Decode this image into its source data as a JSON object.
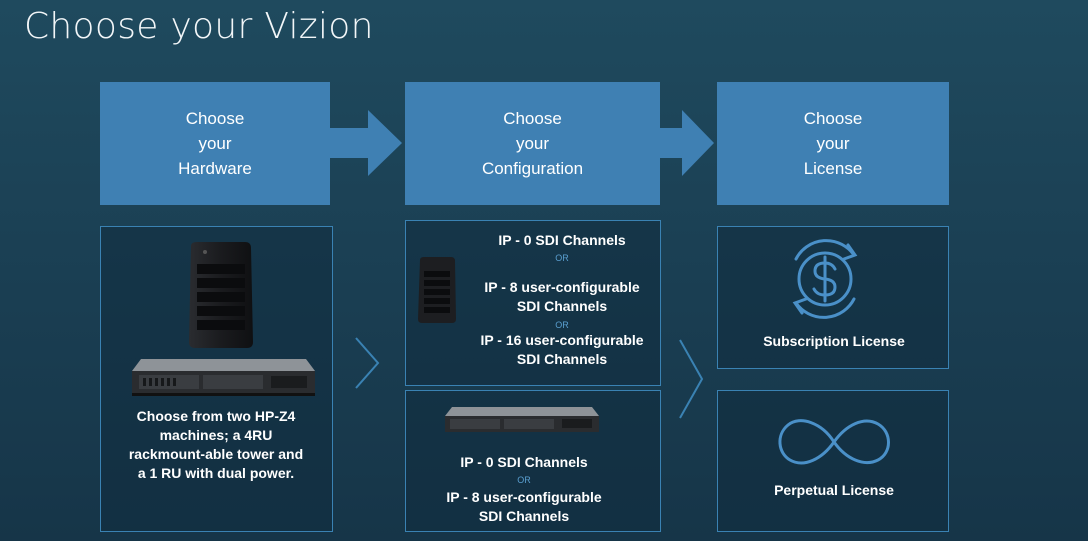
{
  "page_title": "Choose your Vizion",
  "steps": [
    {
      "label": "Choose\nyour\nHardware"
    },
    {
      "label": "Choose\nyour\nConfiguration"
    },
    {
      "label": "Choose\nyour\nLicense"
    }
  ],
  "hardware": {
    "description": "Choose from two HP-Z4\nmachines;  a 4RU\nrackmount-able tower and\na 1 RU with dual power."
  },
  "config_tower": {
    "option1": "IP - 0  SDI Channels",
    "or1": "OR",
    "option2": "IP - 8 user-configurable\nSDI Channels",
    "or2": "OR",
    "option3": "IP - 16 user-configurable\nSDI Channels"
  },
  "config_rack": {
    "option1": "IP - 0 SDI Channels",
    "or1": "OR",
    "option2": "IP - 8 user-configurable\nSDI Channels"
  },
  "licenses": {
    "subscription": "Subscription License",
    "perpetual": "Perpetual License"
  },
  "colors": {
    "accent": "#3f80b3",
    "panel_border": "#3a82b3",
    "icon": "#4a90c8"
  }
}
